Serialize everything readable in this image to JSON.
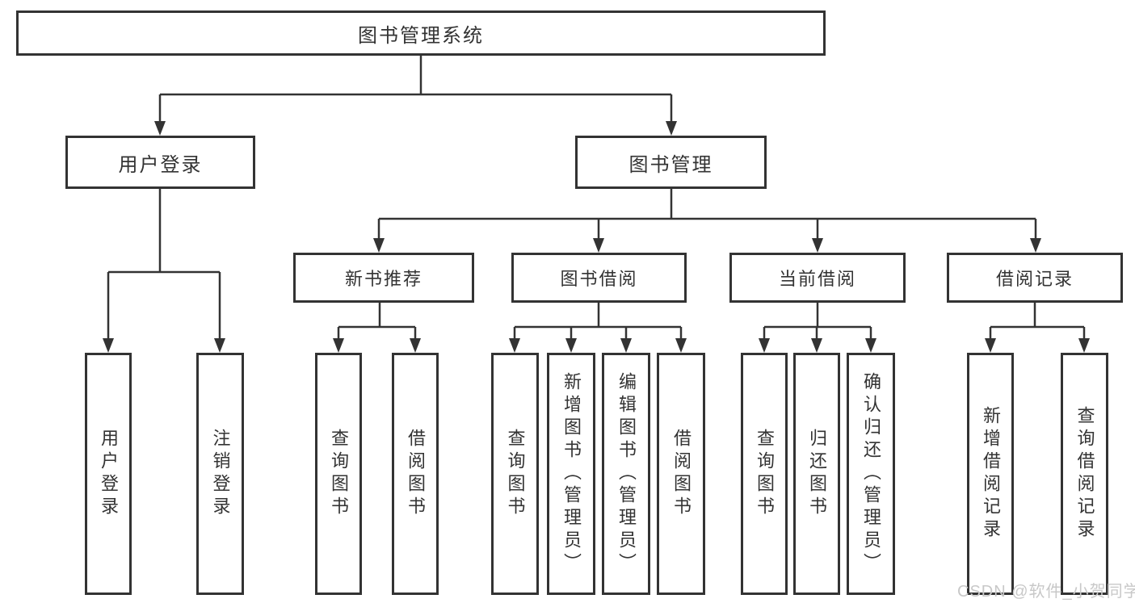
{
  "diagram": {
    "tree": {
      "label": "图书管理系统",
      "children": [
        {
          "label": "用户登录",
          "children": [
            {
              "label": "用户登录"
            },
            {
              "label": "注销登录"
            }
          ]
        },
        {
          "label": "图书管理",
          "children": [
            {
              "label": "新书推荐",
              "children": [
                {
                  "label": "查询图书"
                },
                {
                  "label": "借阅图书"
                }
              ]
            },
            {
              "label": "图书借阅",
              "children": [
                {
                  "label": "查询图书"
                },
                {
                  "label": "新增图书（管理员）"
                },
                {
                  "label": "编辑图书（管理员）"
                },
                {
                  "label": "借阅图书"
                }
              ]
            },
            {
              "label": "当前借阅",
              "children": [
                {
                  "label": "查询图书"
                },
                {
                  "label": "归还图书"
                },
                {
                  "label": "确认归还（管理员）"
                }
              ]
            },
            {
              "label": "借阅记录",
              "children": [
                {
                  "label": "新增借阅记录"
                },
                {
                  "label": "查询借阅记录"
                }
              ]
            }
          ]
        }
      ]
    }
  },
  "watermark": {
    "text": "CSDN @软件_小贺同学"
  },
  "colors": {
    "line": "#333333",
    "box_border": "#333333",
    "text": "#333333",
    "watermark": "#c8c8c8",
    "background": "#ffffff"
  }
}
